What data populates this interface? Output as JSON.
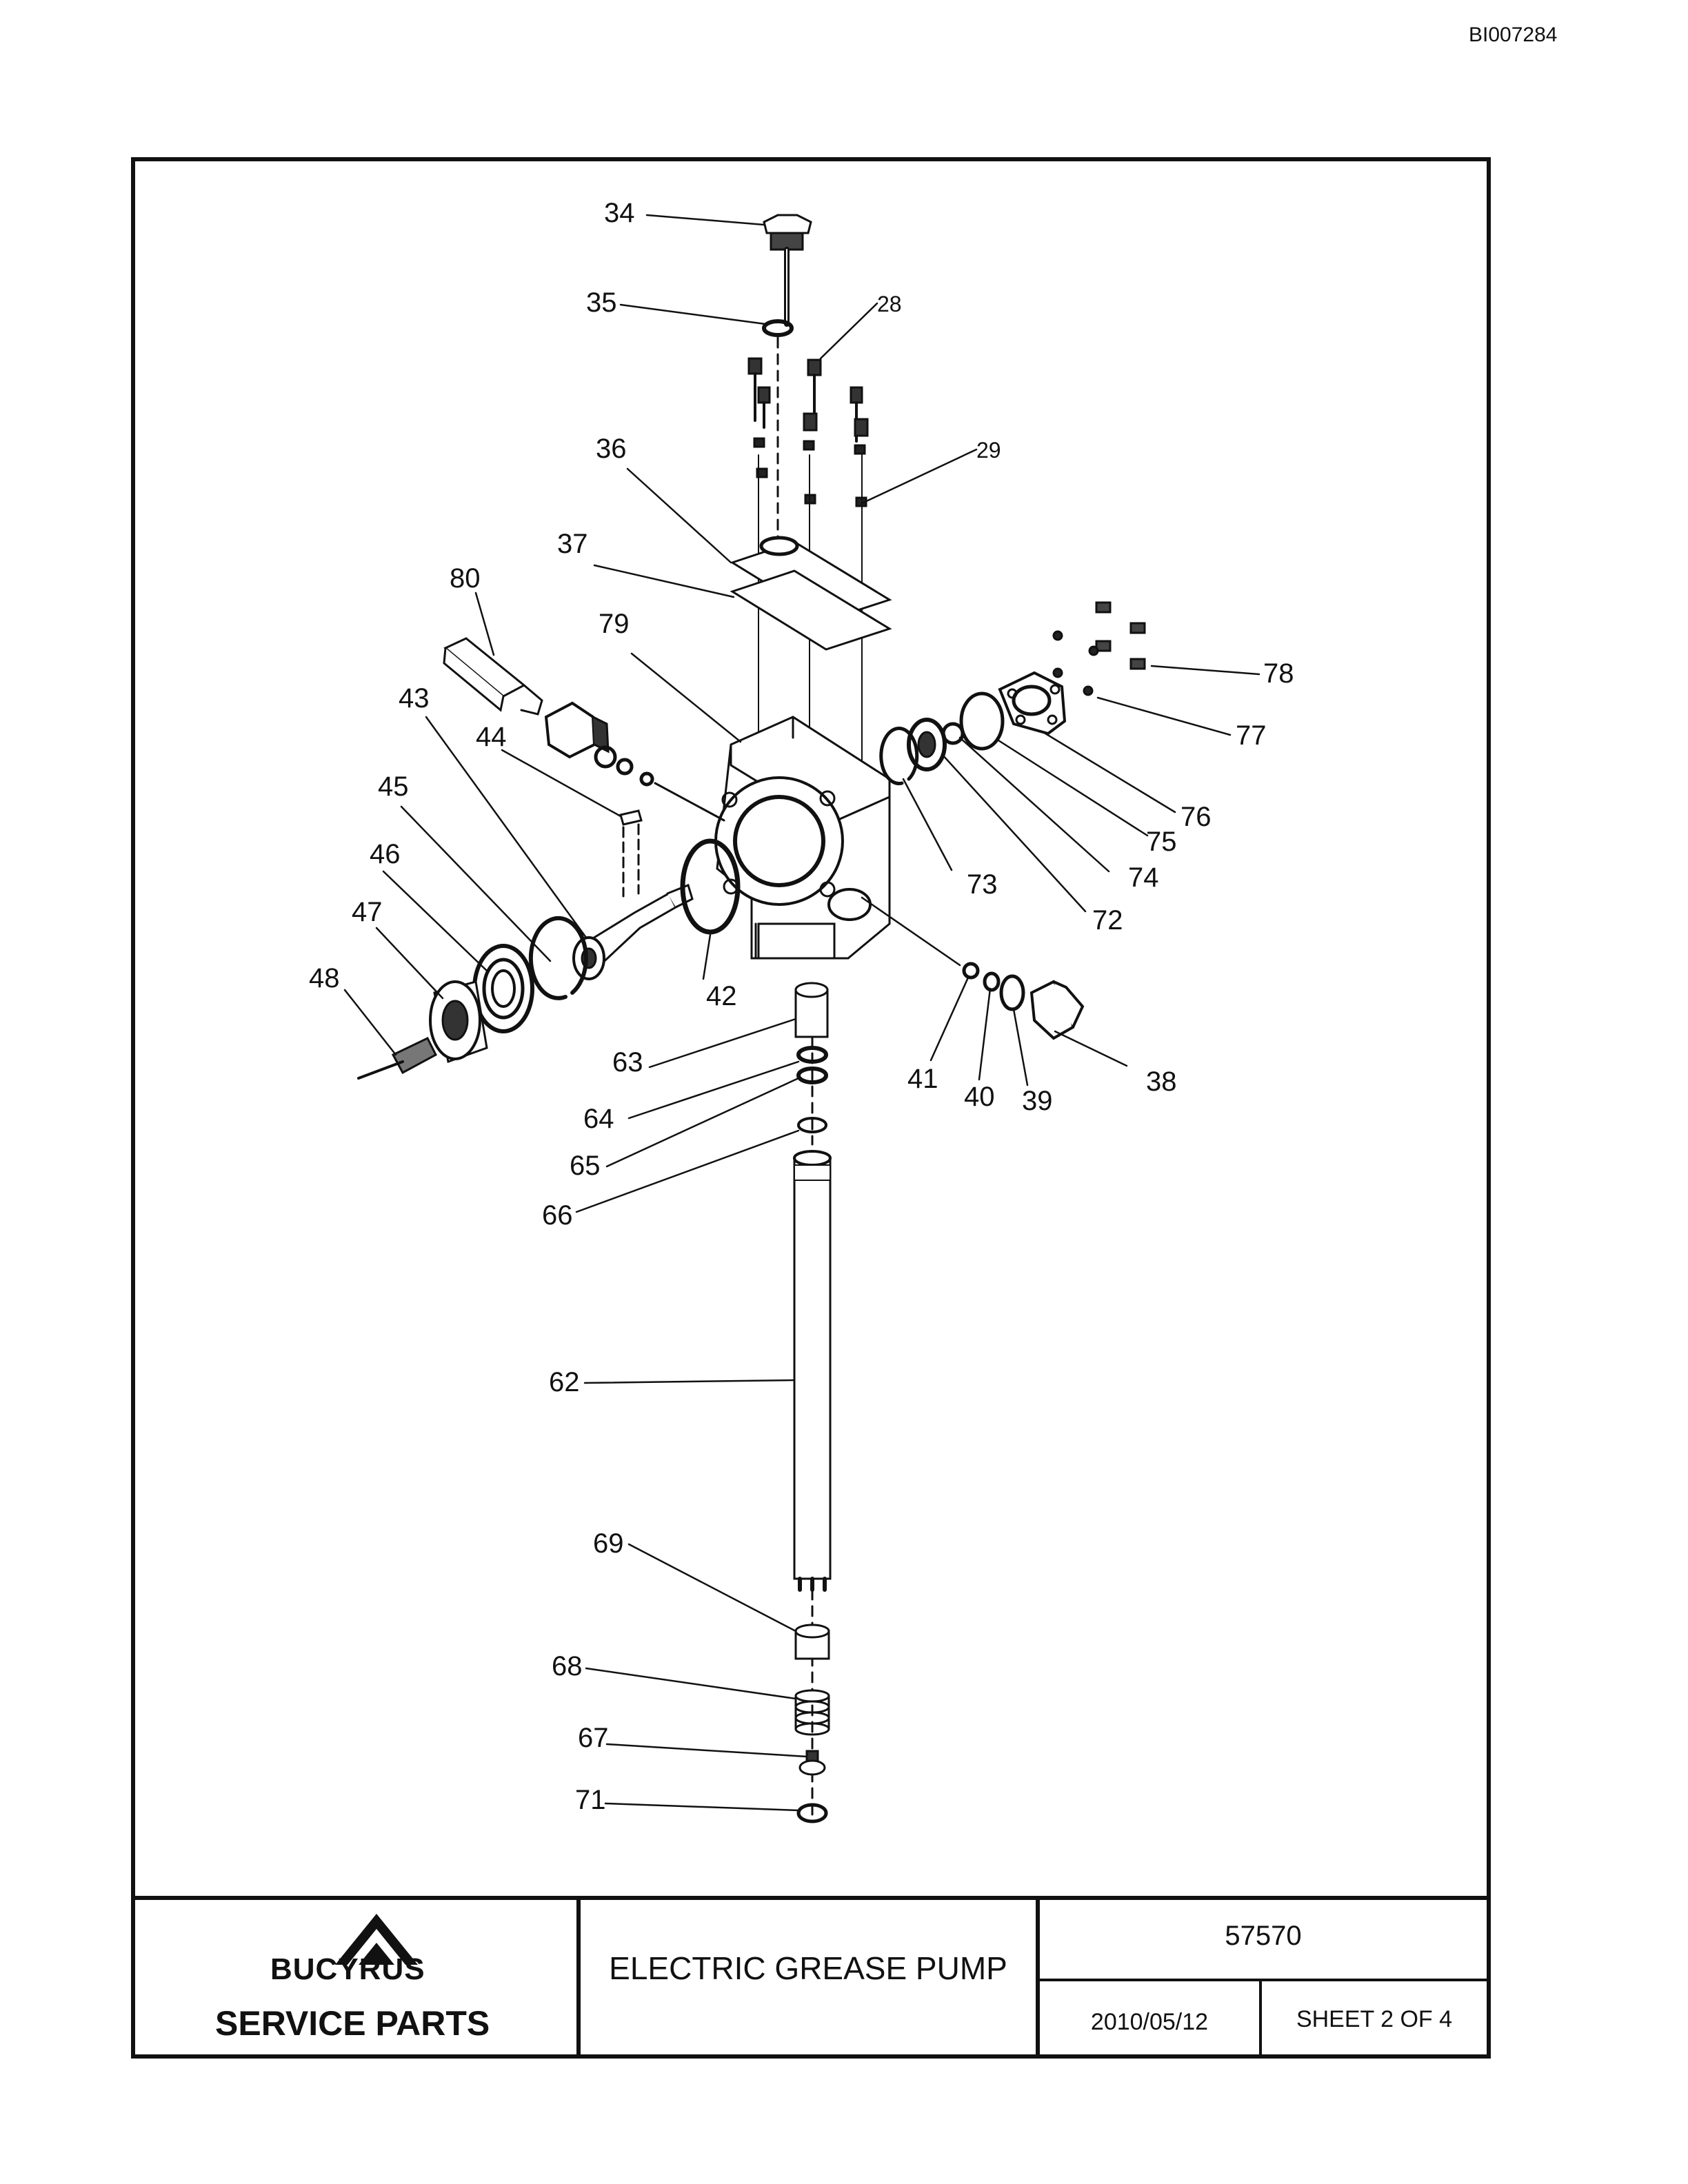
{
  "document_id": "BI007284",
  "callouts": {
    "c34": "34",
    "c35": "35",
    "c28": "28",
    "c29": "29",
    "c36": "36",
    "c37": "37",
    "c80": "80",
    "c79": "79",
    "c43": "43",
    "c44": "44",
    "c45": "45",
    "c46": "46",
    "c47": "47",
    "c48": "48",
    "c42": "42",
    "c63": "63",
    "c64": "64",
    "c65": "65",
    "c66": "66",
    "c62": "62",
    "c69": "69",
    "c68": "68",
    "c67": "67",
    "c71": "71",
    "c41": "41",
    "c40": "40",
    "c39": "39",
    "c38": "38",
    "c73": "73",
    "c72": "72",
    "c74": "74",
    "c75": "75",
    "c76": "76",
    "c77": "77",
    "c78": "78"
  },
  "title_block": {
    "brand": "BUCYRUS",
    "service": "SERVICE PARTS",
    "title": "ELECTRIC GREASE PUMP",
    "part_number": "57570",
    "date": "2010/05/12",
    "sheet": "SHEET 2 OF 4"
  }
}
